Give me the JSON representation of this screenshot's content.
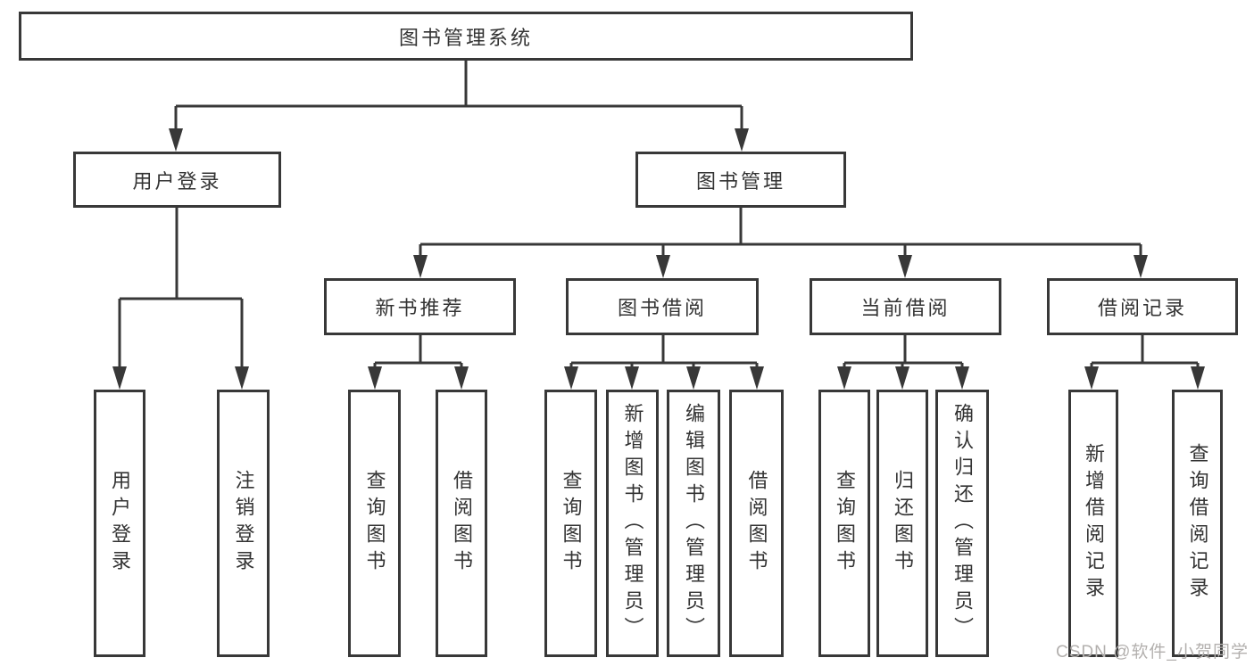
{
  "title": "图书管理系统",
  "branches": {
    "user_login": {
      "label": "用户登录",
      "children": [
        "用户登录",
        "注销登录"
      ]
    },
    "book_mgmt": {
      "label": "图书管理",
      "sections": {
        "new_book": {
          "label": "新书推荐",
          "children": [
            "查询图书",
            "借阅图书"
          ]
        },
        "borrow": {
          "label": "图书借阅",
          "children": [
            "查询图书",
            "新增图书（管理员）",
            "编辑图书（管理员）",
            "借阅图书"
          ]
        },
        "current": {
          "label": "当前借阅",
          "children": [
            "查询图书",
            "归还图书",
            "确认归还（管理员）"
          ]
        },
        "records": {
          "label": "借阅记录",
          "children": [
            "新增借阅记录",
            "查询借阅记录"
          ]
        }
      }
    }
  },
  "watermark": "CSDN @软件_小贺同学",
  "colors": {
    "line": "#383838",
    "box_border": "#383838",
    "text": "#333333",
    "watermark": "#b3b0ae",
    "background": "#ffffff"
  }
}
